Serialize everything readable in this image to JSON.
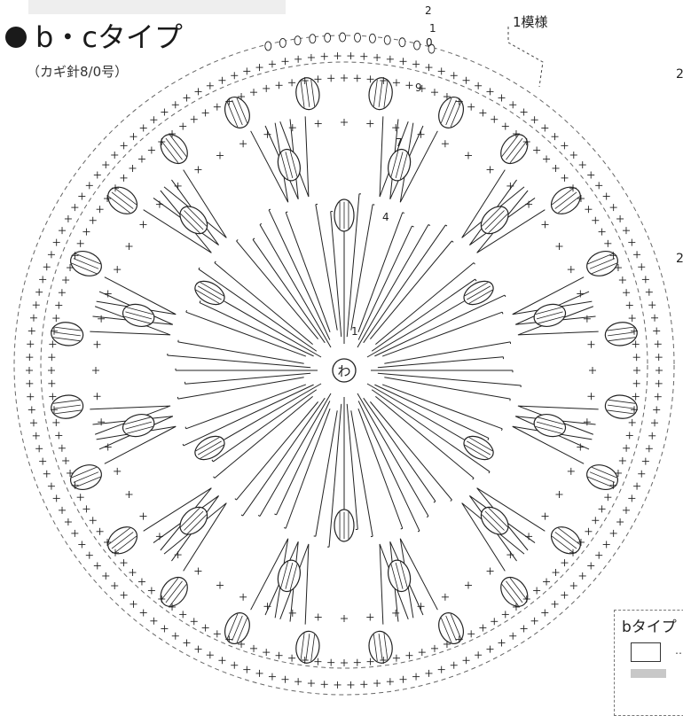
{
  "header": {
    "title": "b・cタイプ",
    "subtitle": "（カギ針8/0号）"
  },
  "chart": {
    "center_symbol": "わ",
    "motif_label": "1模様",
    "round_numbers": [
      "1",
      "4",
      "7",
      "9",
      "0",
      "1",
      "2"
    ],
    "edge_labels": [
      "2",
      "2"
    ]
  },
  "legend": {
    "title": "bタイプ",
    "mark": "…"
  },
  "colors": {
    "ink": "#222222",
    "dashed": "#666666",
    "background": "#ffffff",
    "legend_gray": "#c8c8c8"
  }
}
